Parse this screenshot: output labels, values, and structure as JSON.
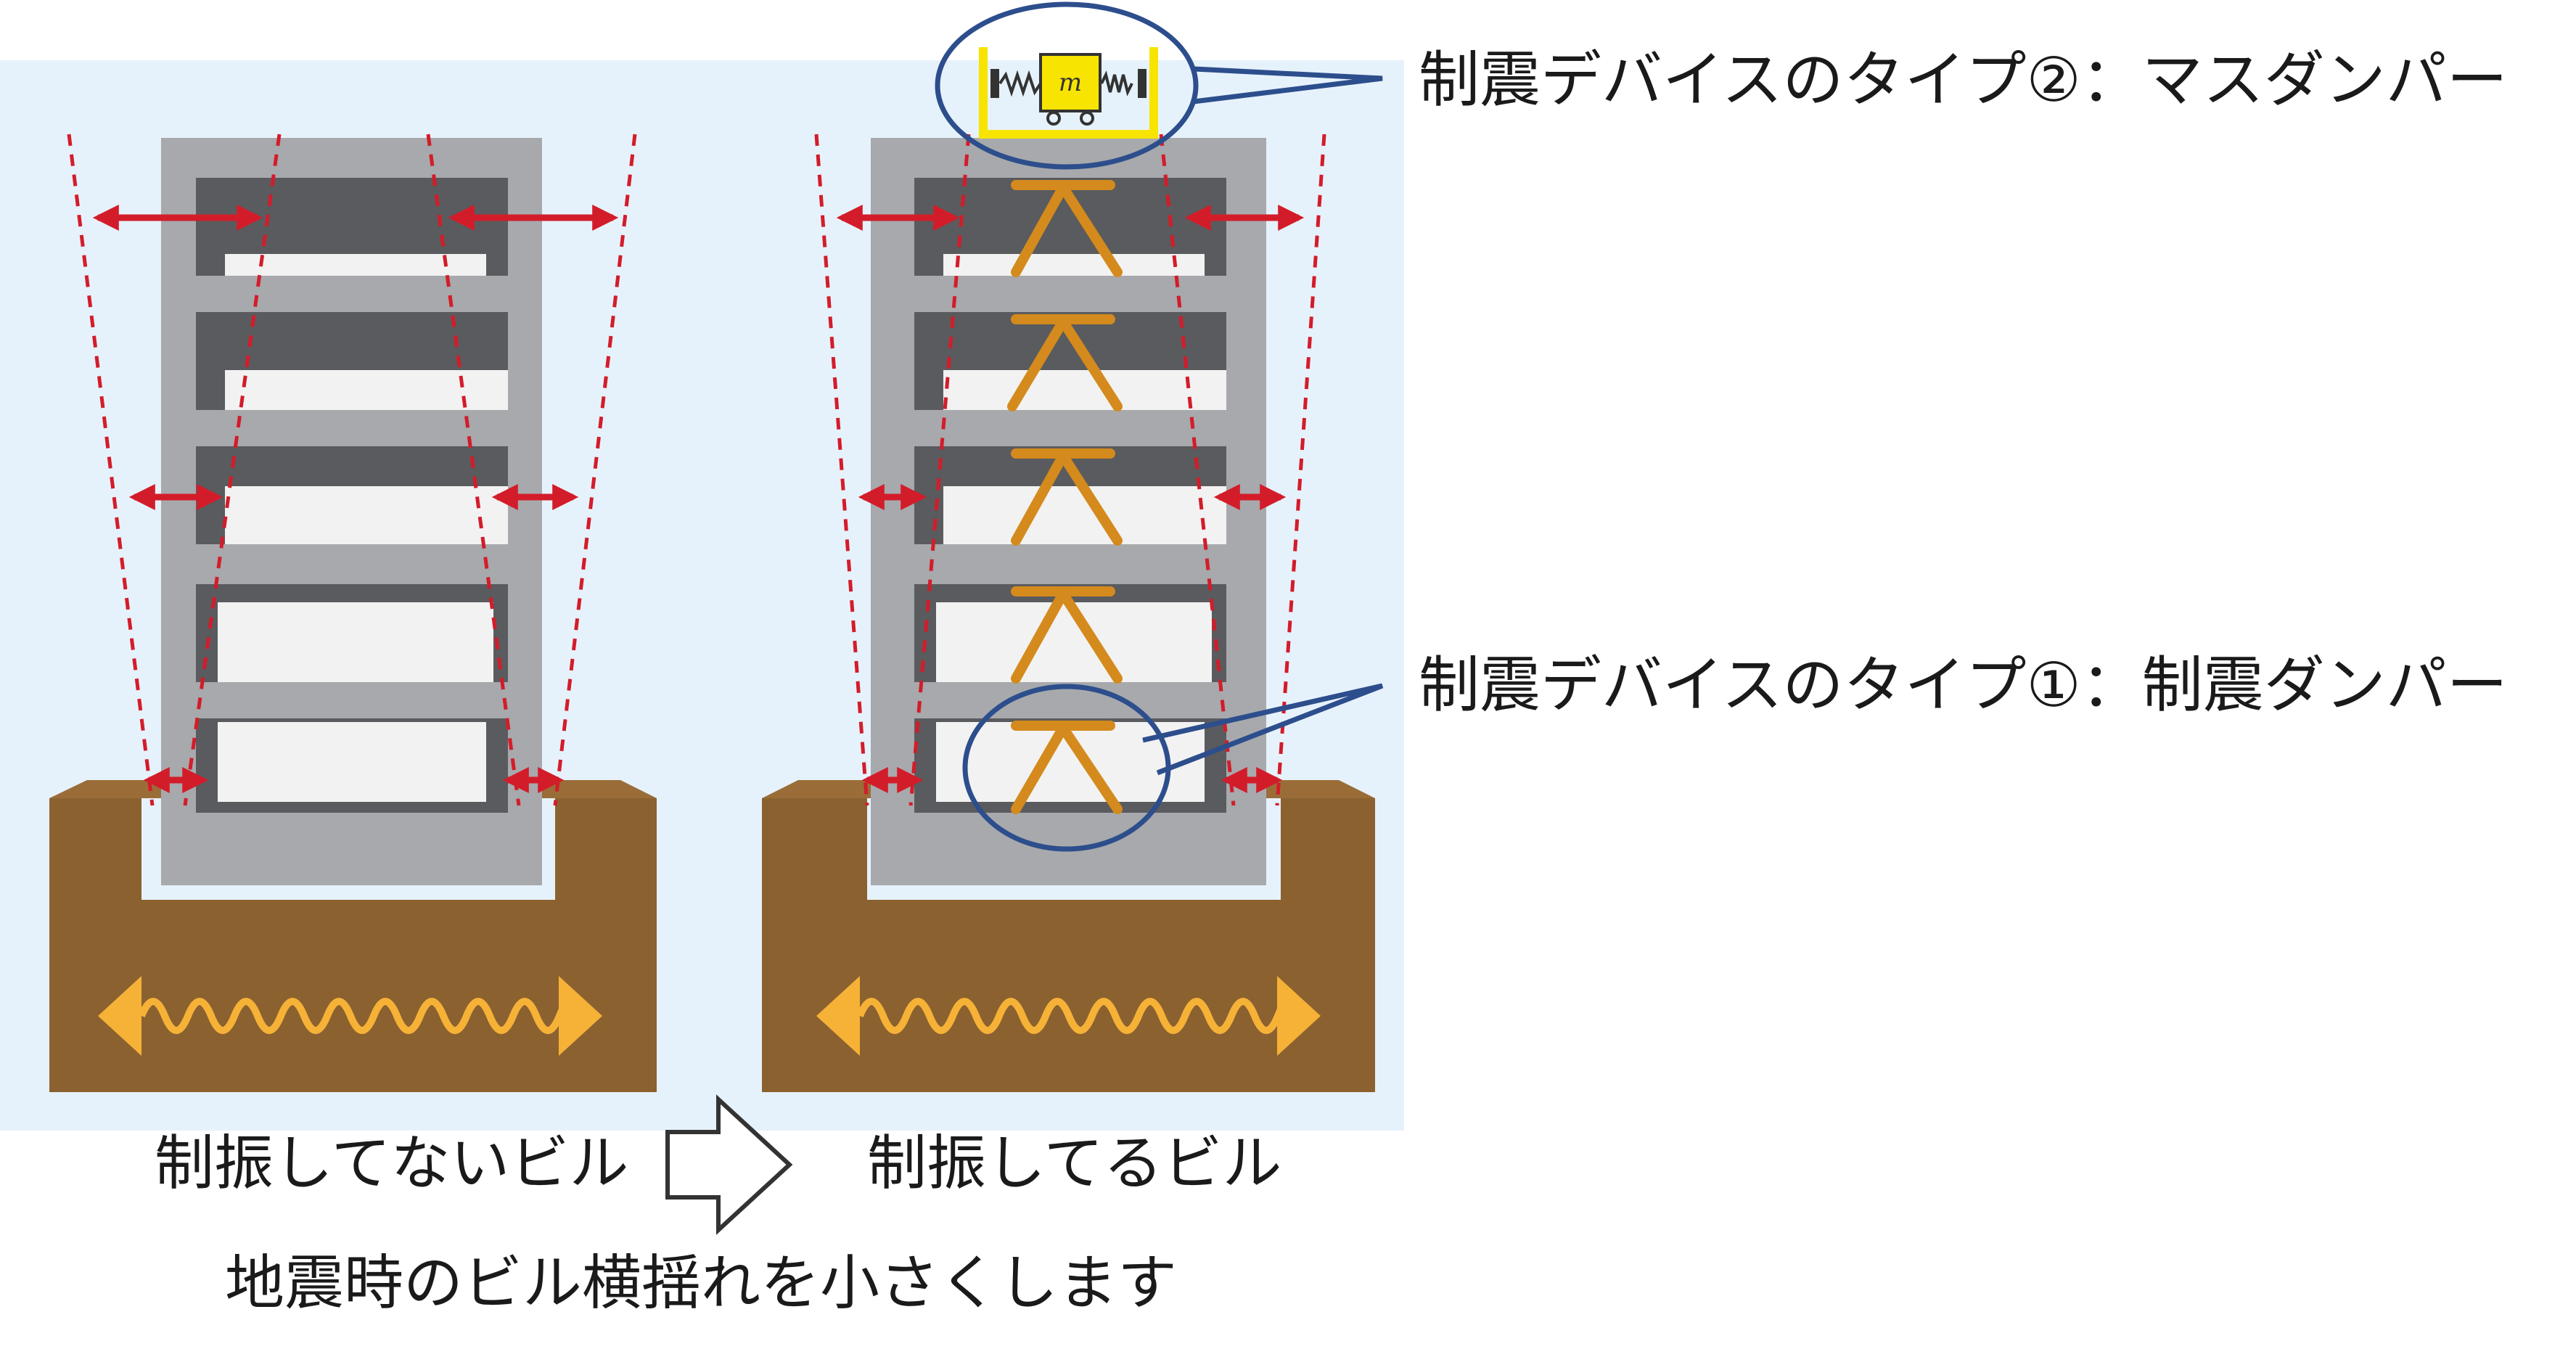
{
  "callouts": {
    "mass_damper": "制震デバイスのタイプ②：マスダンパー",
    "damper": "制震デバイスのタイプ①：制震ダンパー"
  },
  "mass_label": "m",
  "captions": {
    "left": "制振してないビル",
    "right": "制振してるビル"
  },
  "summary": "地震時のビル横揺れを小さくします",
  "colors": {
    "background_panel": "#e6f2fb",
    "building_frame": "#a7a9ac",
    "beam_dark": "#5a5b5e",
    "room_light": "#f2f2f2",
    "ground": "#8b6130",
    "sway_arrow": "#d31c2a",
    "ground_wave": "#f6b237",
    "damper": "#d48a1c",
    "mass_box": "#f7e400",
    "callout_circle": "#2d4e8c",
    "text": "#1a1a1a"
  },
  "icons": {
    "transition_arrow": "right-arrow-outline-icon",
    "ground_wave": "double-arrow-wave-icon",
    "mass_damper": "spring-mass-icon"
  }
}
